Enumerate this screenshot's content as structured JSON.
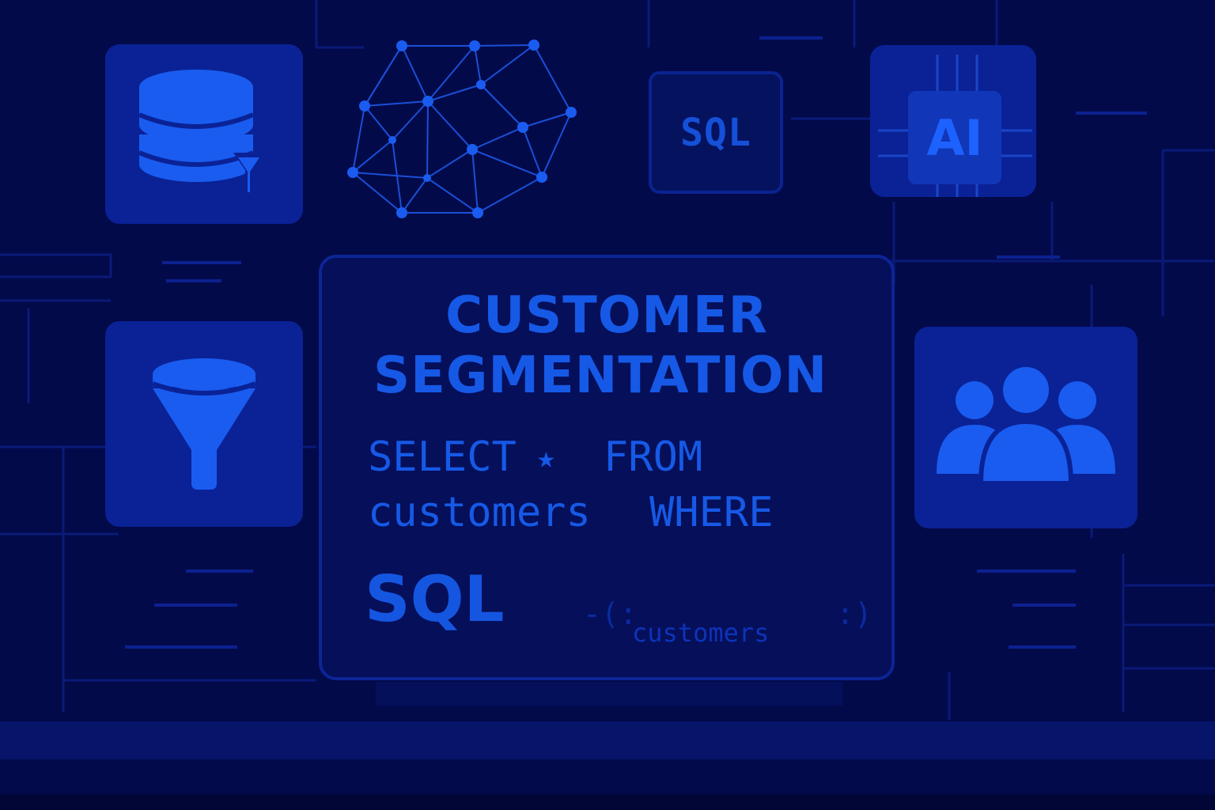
{
  "panel": {
    "title_line1": "CUSTOMER",
    "title_line2": "SEGMENTATION",
    "code_select": "SELECT",
    "code_star": "★",
    "code_from": "FROM",
    "code_customers": "customers",
    "code_where": "WHERE",
    "sql_label": "SQL",
    "bracket_left": "-(:",
    "bracket_right": ":)",
    "customers_small": "customers"
  },
  "tiles": {
    "sql_tile_label": "SQL",
    "ai_tile_label": "AI"
  },
  "icons": [
    "database-filter-icon",
    "network-icon",
    "sql-icon",
    "ai-chip-icon",
    "funnel-icon",
    "users-group-icon"
  ],
  "colors": {
    "background": "#030a4a",
    "tile": "#0a2296",
    "accent": "#1659e6",
    "icon": "#1a5cf0"
  }
}
